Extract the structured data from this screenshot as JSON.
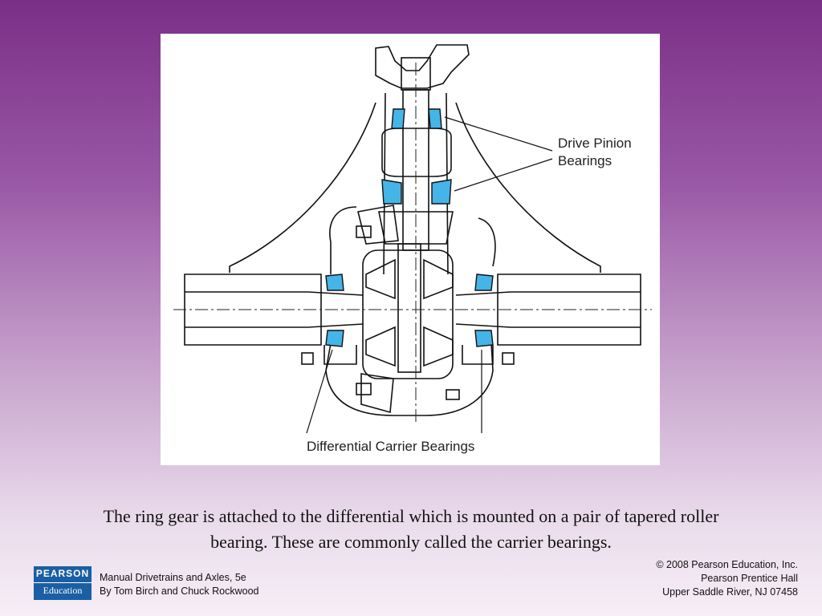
{
  "diagram": {
    "labels": {
      "drive_pinion_line1": "Drive Pinion",
      "drive_pinion_line2": "Bearings",
      "carrier_bearings": "Differential Carrier Bearings"
    },
    "bearing_color": "#45b4e6"
  },
  "caption": {
    "line1": "The ring gear is attached to the differential which is mounted on a pair of tapered roller",
    "line2": "bearing. These are commonly called the carrier bearings."
  },
  "footer": {
    "logo_line1": "PEARSON",
    "logo_line2": "Education",
    "book_title": "Manual Drivetrains and Axles, 5e",
    "book_authors": "By Tom Birch and Chuck Rockwood",
    "copyright_line1": "© 2008 Pearson Education, Inc.",
    "copyright_line2": "Pearson Prentice Hall",
    "copyright_line3": "Upper Saddle River, NJ 07458"
  }
}
